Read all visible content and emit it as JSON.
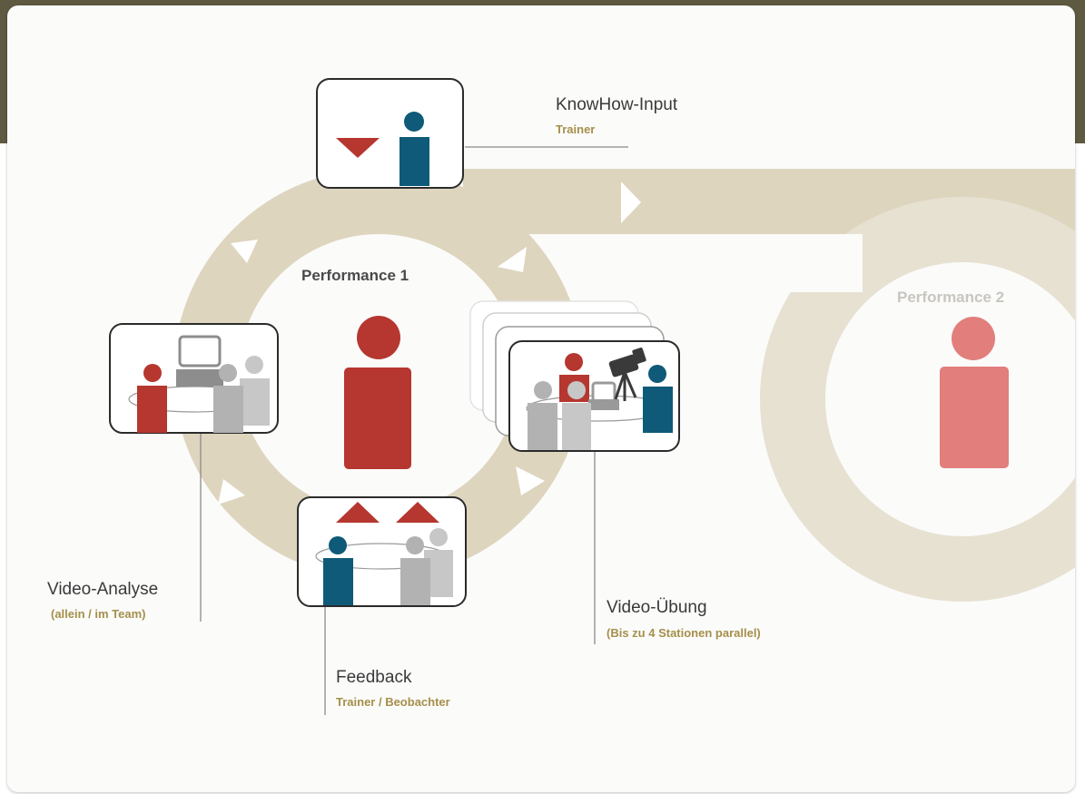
{
  "performance_1": {
    "label": "Performance 1"
  },
  "performance_2": {
    "label": "Performance 2"
  },
  "knowhow": {
    "title": "KnowHow-Input",
    "subtitle": "Trainer"
  },
  "video_analyse": {
    "title": "Video-Analyse",
    "subtitle": "(allein / im Team)"
  },
  "feedback": {
    "title": "Feedback",
    "subtitle": "Trainer / Beobachter"
  },
  "video_uebung": {
    "title": "Video-Übung",
    "subtitle": "(Bis zu 4 Stationen parallel)"
  },
  "colors": {
    "ring": "#ded5bf",
    "trainer_blue": "#0e5a78",
    "performer_red": "#b5372f",
    "performer_red_light": "#e27e7c",
    "participant_gray": "#bdbdbd",
    "header_olive": "#5e5a41",
    "subtitle_gold": "#a58f4a"
  }
}
